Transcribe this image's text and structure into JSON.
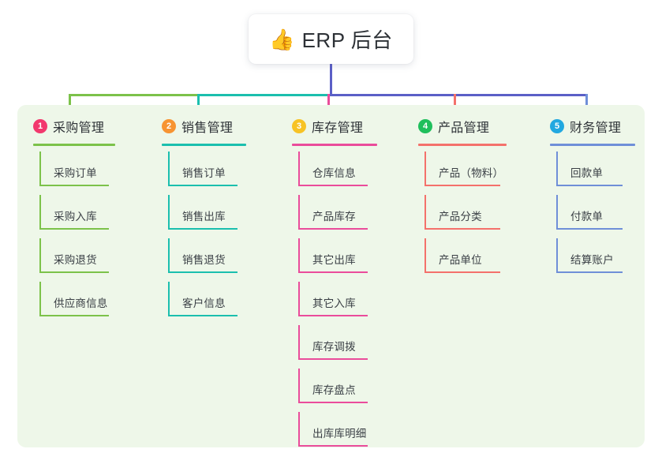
{
  "root": {
    "icon": "thumbs-up-icon",
    "icon_glyph": "👍",
    "title": "ERP 后台"
  },
  "palette": {
    "panel_bg": "#eef7e9",
    "card_bg": "#ffffff",
    "text": "#2f3338",
    "root_link": "#5b5fc7"
  },
  "columns": [
    {
      "number": "1",
      "title": "采购管理",
      "badge_color": "#f2386d",
      "line_color": "#7cc24a",
      "items": [
        "采购订单",
        "采购入库",
        "采购退货",
        "供应商信息"
      ]
    },
    {
      "number": "2",
      "title": "销售管理",
      "badge_color": "#f79432",
      "line_color": "#1bbfae",
      "items": [
        "销售订单",
        "销售出库",
        "销售退货",
        "客户信息"
      ]
    },
    {
      "number": "3",
      "title": "库存管理",
      "badge_color": "#f7c325",
      "line_color": "#ea4c9b",
      "items": [
        "仓库信息",
        "产品库存",
        "其它出库",
        "其它入库",
        "库存调拨",
        "库存盘点",
        "出库库明细"
      ]
    },
    {
      "number": "4",
      "title": "产品管理",
      "badge_color": "#1fbf5c",
      "line_color": "#f4716b",
      "items": [
        "产品（物料）",
        "产品分类",
        "产品单位"
      ]
    },
    {
      "number": "5",
      "title": "财务管理",
      "badge_color": "#22a8e0",
      "line_color": "#6f8fd8",
      "items": [
        "回款单",
        "付款单",
        "结算账户"
      ]
    }
  ]
}
